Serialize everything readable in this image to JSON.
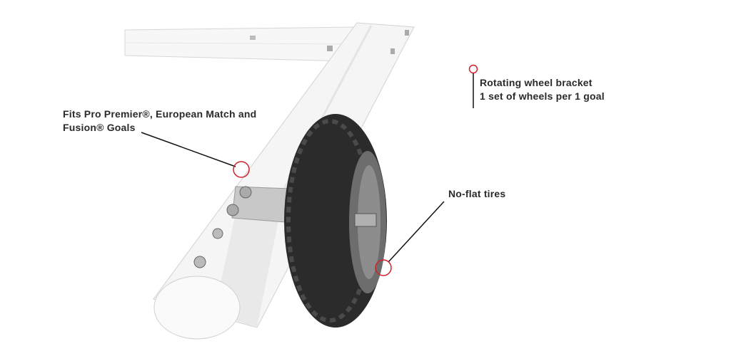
{
  "callouts": {
    "goals": {
      "line1": "Fits Pro Premier®, European Match and",
      "line2": "Fusion® Goals"
    },
    "bracket": {
      "line1": "Rotating wheel bracket",
      "line2": "1 set of wheels per 1 goal"
    },
    "tires": {
      "line1": "No-flat tires"
    }
  },
  "colors": {
    "marker": "#d0202a",
    "text": "#2a2a2a",
    "tire": "#2b2b2b"
  }
}
